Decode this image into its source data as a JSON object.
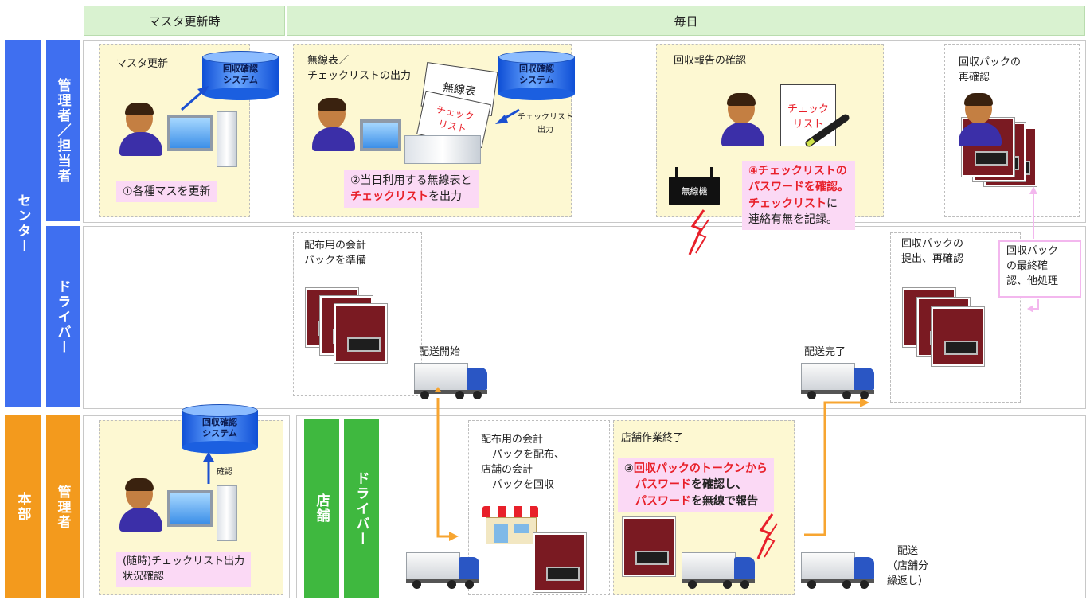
{
  "header": {
    "col1": "マスタ更新時",
    "col2": "毎日"
  },
  "lanes": {
    "center": "センター",
    "center_admin": "管理者／担当者",
    "center_driver": "ドライバー",
    "honbu": "本部",
    "honbu_admin": "管理者",
    "store": "店舗",
    "store_driver": "ドライバー"
  },
  "db_label_line1": "回収確認",
  "db_label_line2": "システム",
  "step1": {
    "title": "マスタ更新",
    "caption": "①各種マスを更新"
  },
  "step2": {
    "title_line1": "無線表／",
    "title_line2": "チェックリストの出力",
    "paper1": "無線表",
    "paper2_line1": "チェック",
    "paper2_line2": "リスト",
    "output_line1": "チェックリスト",
    "output_line2": "出力",
    "caption_line1": "②当日利用する無線表と",
    "caption_red": "チェックリスト",
    "caption_tail": "を出力"
  },
  "step4": {
    "title": "回収報告の確認",
    "paper_line1": "チェック",
    "paper_line2": "リスト",
    "radio": "無線機",
    "caption_line1": "④チェックリストの",
    "caption_line2": "パスワードを確認。",
    "caption_line3_red": "チェックリスト",
    "caption_line3_tail": "に",
    "caption_line4": "連絡有無を記録。"
  },
  "recheck": {
    "title_line1": "回収パックの",
    "title_line2": "再確認"
  },
  "driver_prep": {
    "title_line1": "配布用の会計",
    "title_line2": "パックを準備",
    "start": "配送開始"
  },
  "driver_end": {
    "title_line1": "回収パックの",
    "title_line2": "提出、再確認",
    "complete": "配送完了",
    "final_line1": "回収パック",
    "final_line2": "の最終確",
    "final_line3": "認、他処理"
  },
  "honbu_box": {
    "confirm": "確認",
    "caption_line1": "(随時)チェックリスト出力",
    "caption_line2": "状況確認"
  },
  "store_distribute": {
    "line1": "配布用の会計",
    "line2": "パックを配布、",
    "line3": "店舗の会計",
    "line4": "パックを回収"
  },
  "store_done": {
    "title": "店舗作業終了",
    "caption_line1_num": "③",
    "caption_line1_red": "回収パックのトークンから",
    "caption_line2_red": "パスワード",
    "caption_line2_tail": "を確認し、",
    "caption_line3_red": "パスワード",
    "caption_line3_tail": "を無線で報告"
  },
  "delivery": {
    "line1": "配送",
    "line2": "（店舗分",
    "line3": "繰返し）"
  },
  "colors": {
    "blue_band": "#3f6ff0",
    "orange_band": "#f39a1d",
    "green_band": "#3fb83f",
    "pink": "#fbd9f5",
    "red_text": "#e8202a",
    "arrow_orange": "#f7a531"
  }
}
